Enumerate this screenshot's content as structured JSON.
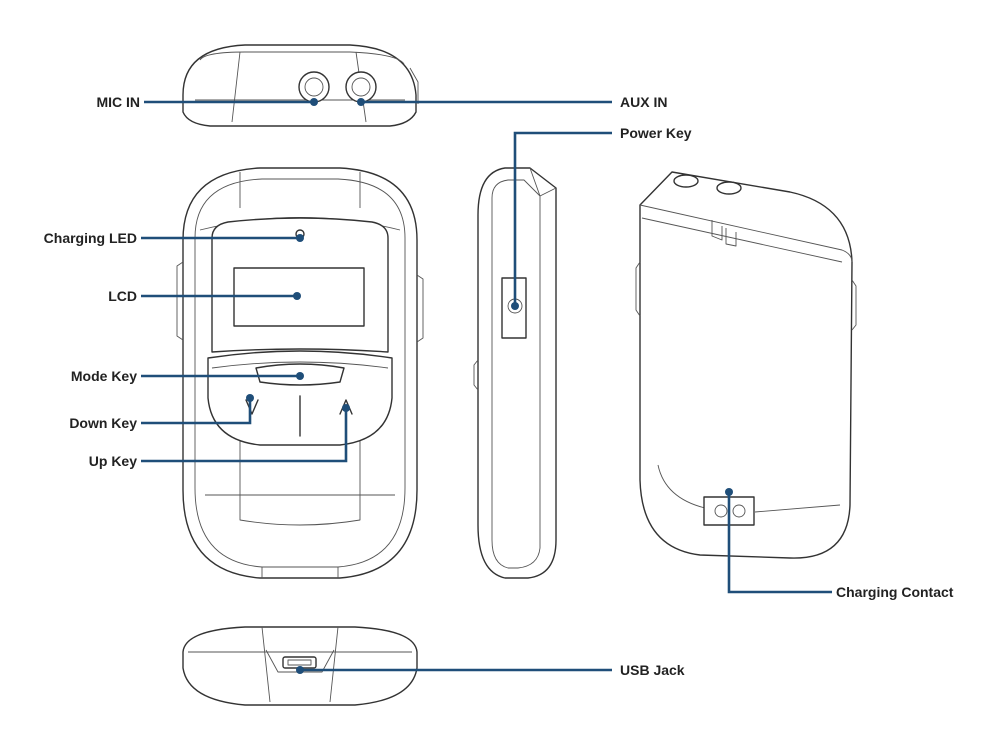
{
  "labels": {
    "mic_in": "MIC IN",
    "aux_in": "AUX IN",
    "power_key": "Power Key",
    "charging_led": "Charging LED",
    "lcd": "LCD",
    "mode_key": "Mode Key",
    "down_key": "Down Key",
    "up_key": "Up Key",
    "charging_contact": "Charging Contact",
    "usb_jack": "USB Jack"
  },
  "colors": {
    "leader": "#1f4e79",
    "outline": "#333333",
    "text": "#222222"
  }
}
